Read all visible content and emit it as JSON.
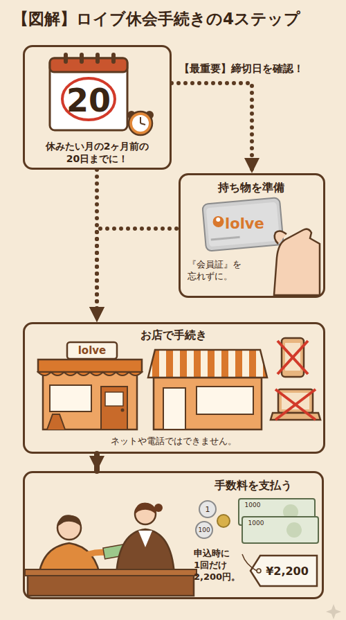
{
  "diagram": {
    "title": "【図解】ロイブ休会手続きの4ステップ",
    "nodes": [
      {
        "text": [
          "20",
          "休みたい月の2ヶ月前の 20日までに！"
        ]
      },
      {
        "text": [
          "持ち物を準備",
          "lolve",
          "『会員証』を 忘れずに。"
        ]
      },
      {
        "text": [
          "お店で手続き",
          "lolve",
          "ネットや電話ではできません。"
        ]
      },
      {
        "text": [
          "手数料を支払う",
          "申込時に 1回だけ 2,200円。",
          "¥2,200"
        ]
      }
    ],
    "edges": [
      {
        "from": 0,
        "to": 1,
        "arrow": "to",
        "label": "【最重要】締切日を確認！"
      },
      {
        "from": 1,
        "to": 2,
        "arrow": "to"
      },
      {
        "from": 0,
        "to": 2,
        "arrow": "to"
      },
      {
        "from": 2,
        "to": 3,
        "arrow": "to"
      }
    ],
    "labels": [
      "1",
      "100",
      "1000",
      "1000"
    ]
  }
}
